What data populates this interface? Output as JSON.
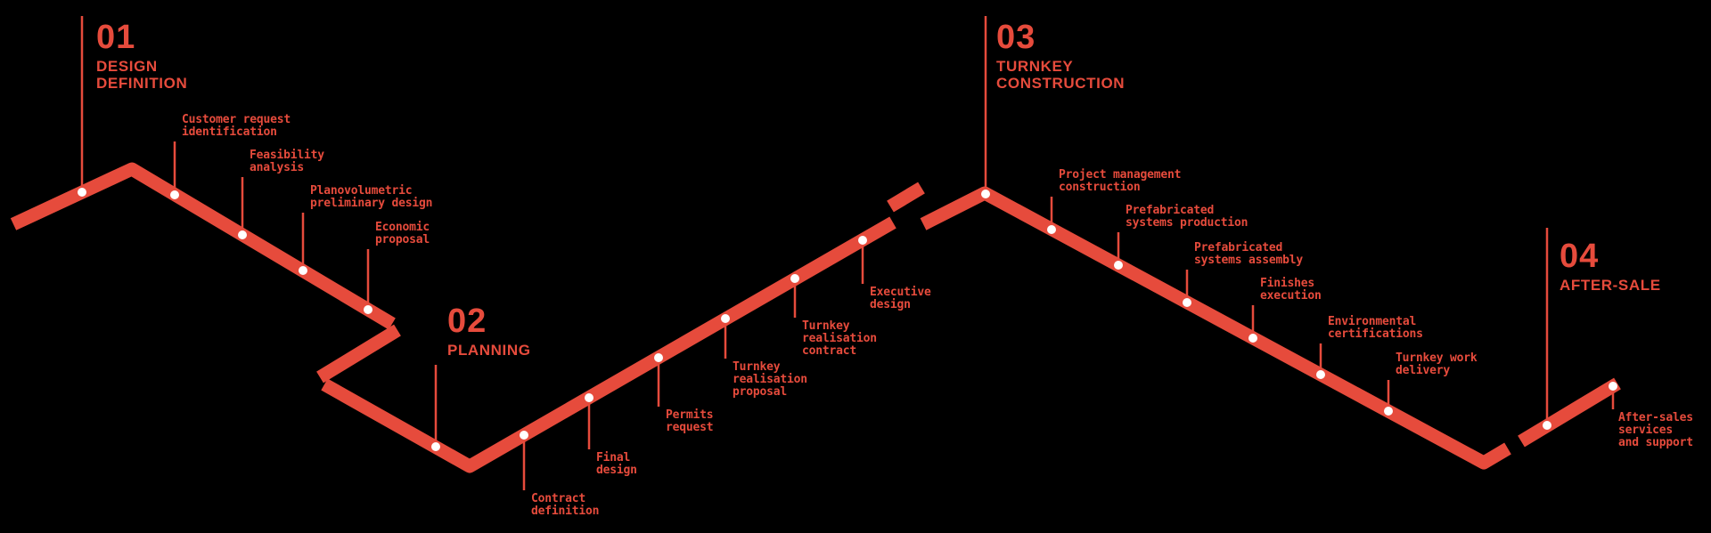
{
  "colors": {
    "background": "#000000",
    "accent": "#e64b3c",
    "dot": "#ffffff"
  },
  "phases": [
    {
      "number": "01",
      "title": [
        "DESIGN",
        "DEFINITION"
      ],
      "steps": [
        {
          "label": [
            "Customer request",
            "identification"
          ]
        },
        {
          "label": [
            "Feasibility",
            "analysis"
          ]
        },
        {
          "label": [
            "Planovolumetric",
            "preliminary design"
          ]
        },
        {
          "label": [
            "Economic",
            "proposal"
          ]
        }
      ]
    },
    {
      "number": "02",
      "title": [
        "PLANNING"
      ],
      "steps": [
        {
          "label": [
            "Contract",
            "definition"
          ]
        },
        {
          "label": [
            "Final",
            "design"
          ]
        },
        {
          "label": [
            "Permits",
            "request"
          ]
        },
        {
          "label": [
            "Turnkey",
            "realisation",
            "proposal"
          ]
        },
        {
          "label": [
            "Turnkey",
            "realisation",
            "contract"
          ]
        },
        {
          "label": [
            "Executive",
            "design"
          ]
        }
      ]
    },
    {
      "number": "03",
      "title": [
        "TURNKEY",
        "CONSTRUCTION"
      ],
      "steps": [
        {
          "label": [
            "Project management",
            "construction"
          ]
        },
        {
          "label": [
            "Prefabricated",
            "systems production"
          ]
        },
        {
          "label": [
            "Prefabricated",
            "systems assembly"
          ]
        },
        {
          "label": [
            "Finishes",
            "execution"
          ]
        },
        {
          "label": [
            "Environmental",
            "certifications"
          ]
        },
        {
          "label": [
            "Turnkey work",
            "delivery"
          ]
        }
      ]
    },
    {
      "number": "04",
      "title": [
        "AFTER-SALE"
      ],
      "steps": [
        {
          "label": [
            "After-sales",
            "services",
            "and support"
          ]
        }
      ]
    }
  ]
}
